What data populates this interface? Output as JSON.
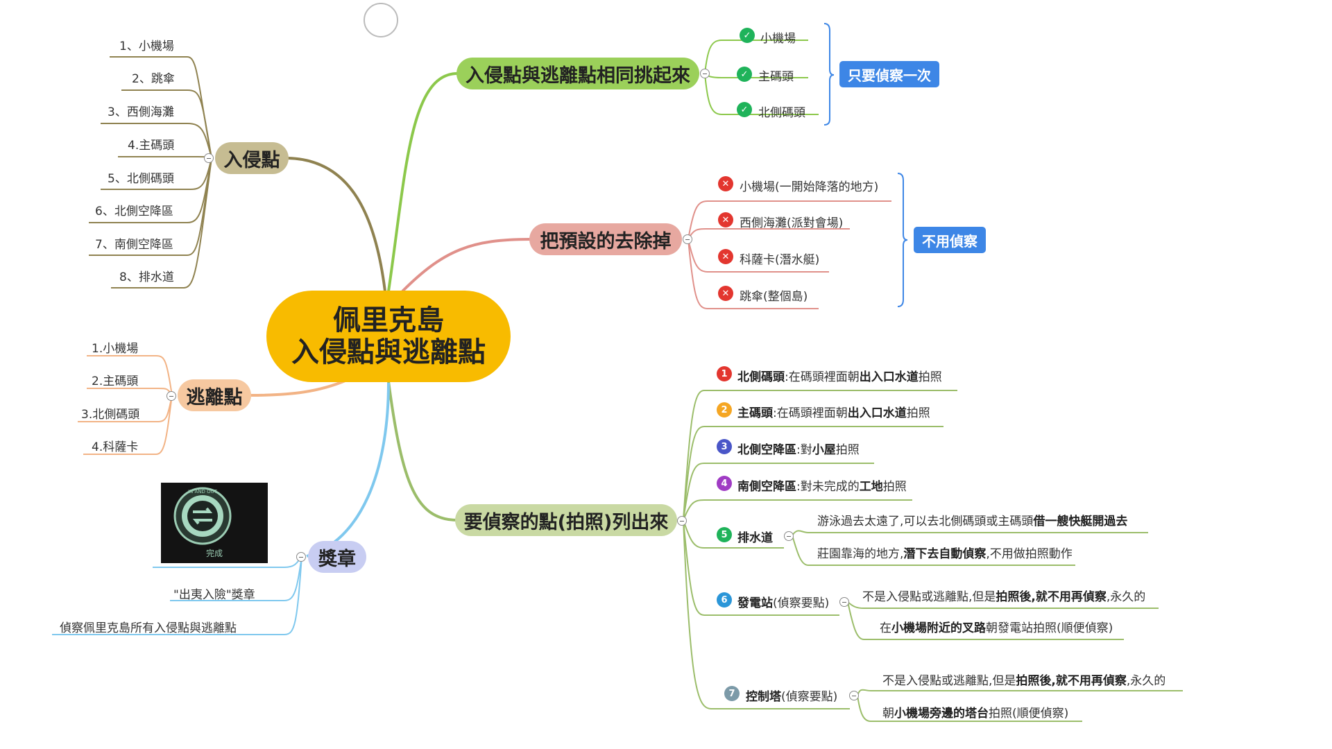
{
  "center": {
    "line1": "佩里克島",
    "line2": "入侵點與逃離點"
  },
  "topics": {
    "same": "入侵點與逃離點相同挑起來",
    "remove": "把預設的去除掉",
    "scout": "要偵察的點(拍照)列出來",
    "invade": "入侵點",
    "escape": "逃離點",
    "medal": "獎章"
  },
  "same_items": [
    "小機場",
    "主碼頭",
    "北側碼頭"
  ],
  "same_tag": "只要偵察一次",
  "remove_items": [
    "小機場(一開始降落的地方)",
    "西側海灘(派對會場)",
    "科薩卡(潛水艇)",
    "跳傘(整個島)"
  ],
  "remove_tag": "不用偵察",
  "invade_items": [
    "1、小機場",
    "2、跳傘",
    "3、西側海灘",
    "4.主碼頭",
    "5、北側碼頭",
    "6、北側空降區",
    "7、南側空降區",
    "8、排水道"
  ],
  "escape_items": [
    "1.小機場",
    "2.主碼頭",
    "3.北側碼頭",
    "4.科薩卡"
  ],
  "medal_items": [
    "\"出夷入險\"獎章",
    "偵察佩里克島所有入侵點與逃離點"
  ],
  "medal_image": {
    "arc_text": "IN AND OUT",
    "caption": "完成"
  },
  "scout": {
    "p1": {
      "n": "1",
      "a": "北側碼頭",
      "b": ":在碼頭裡面朝",
      "c": "出入口水道",
      "d": "拍照"
    },
    "p2": {
      "n": "2",
      "a": "主碼頭",
      "b": ":在碼頭裡面朝",
      "c": "出入口水道",
      "d": "拍照"
    },
    "p3": {
      "n": "3",
      "a": "北側空降區",
      "b": ":對",
      "c": "小屋",
      "d": "拍照"
    },
    "p4": {
      "n": "4",
      "a": "南側空降區",
      "b": ":對未完成的",
      "c": "工地",
      "d": "拍照"
    },
    "p5": {
      "n": "5",
      "a": "排水道",
      "s1a": "游泳過去太遠了,可以去北側碼頭或主碼頭",
      "s1b": "借一艘快艇開過去",
      "s2a": "莊園靠海的地方,",
      "s2b": "潛下去自動偵察",
      "s2c": ",不用做拍照動作"
    },
    "p6": {
      "n": "6",
      "a": "發電站",
      "b": "(偵察要點)",
      "s1a": "不是入侵點或逃離點,但是",
      "s1b": "拍照後,就不用再偵察",
      "s1c": ",永久的",
      "s2a": "在",
      "s2b": "小機場附近的叉路",
      "s2c": "朝發電站拍照(順便偵察)"
    },
    "p7": {
      "n": "7",
      "a": "控制塔",
      "b": "(偵察要點)",
      "s1a": "不是入侵點或逃離點,但是",
      "s1b": "拍照後,就不用再偵察",
      "s1c": ",永久的",
      "s2a": "朝",
      "s2b": "小機場旁邊的塔台",
      "s2c": "拍照(順便偵察)"
    }
  },
  "colors": {
    "center": "#f8bb00",
    "green": "#8cc84b",
    "red": "#e0908a",
    "sage": "#9bbd6a",
    "tan": "#8f8250",
    "peach": "#f2b385",
    "blue": "#7fc8ee",
    "tag": "#3d86e6"
  }
}
